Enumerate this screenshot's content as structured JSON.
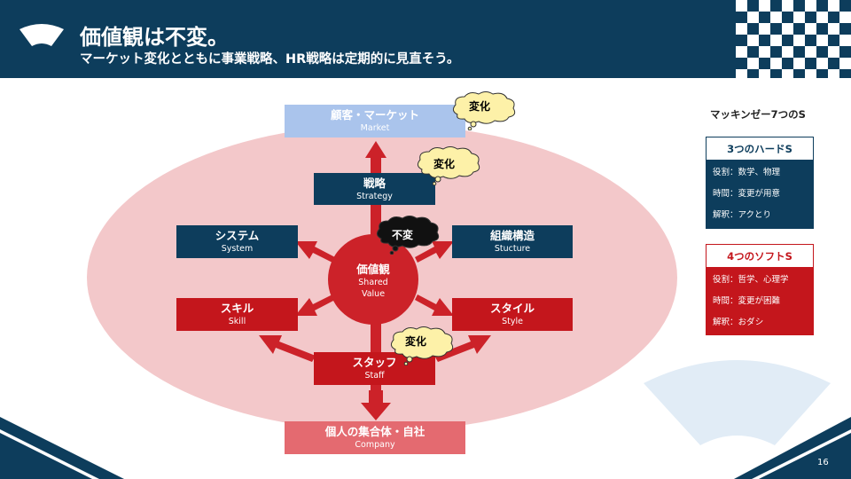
{
  "header": {
    "title": "価値観は不変。",
    "subtitle": "マーケット変化とともに事業戦略、HR戦略は定期的に見直そう。"
  },
  "diagram": {
    "center": {
      "jp": "価値観",
      "en": "Shared Value"
    },
    "market": {
      "jp": "顧客・マーケット",
      "en": "Market"
    },
    "company": {
      "jp": "個人の集合体・自社",
      "en": "Company"
    },
    "strategy": {
      "jp": "戦略",
      "en": "Strategy"
    },
    "system": {
      "jp": "システム",
      "en": "System"
    },
    "structure": {
      "jp": "組織構造",
      "en": "Stucture"
    },
    "skill": {
      "jp": "スキル",
      "en": "Skill"
    },
    "style": {
      "jp": "スタイル",
      "en": "Style"
    },
    "staff": {
      "jp": "スタッフ",
      "en": "Staff"
    },
    "callouts": {
      "market_change": "変化",
      "strategy_change": "変化",
      "value_constant": "不変",
      "staff_change": "変化"
    }
  },
  "legend": {
    "title": "マッキンゼー7つのS",
    "hard": {
      "heading": "3つのハードS",
      "lines": [
        "役割：数学、物理",
        "時間：変更が用意",
        "解釈：アクとり"
      ]
    },
    "soft": {
      "heading": "4つのソフトS",
      "lines": [
        "役割：哲学、心理学",
        "時間：変更が困難",
        "解釈：おダシ"
      ]
    }
  },
  "page_number": "16",
  "colors": {
    "navy": "#0d3d5c",
    "red": "#c4161c",
    "pink_ellipse": "#f3c8ca",
    "market_blue": "#aac4ec",
    "company_pink": "#e46a70",
    "cloud_yellow": "#fdf1a8"
  }
}
